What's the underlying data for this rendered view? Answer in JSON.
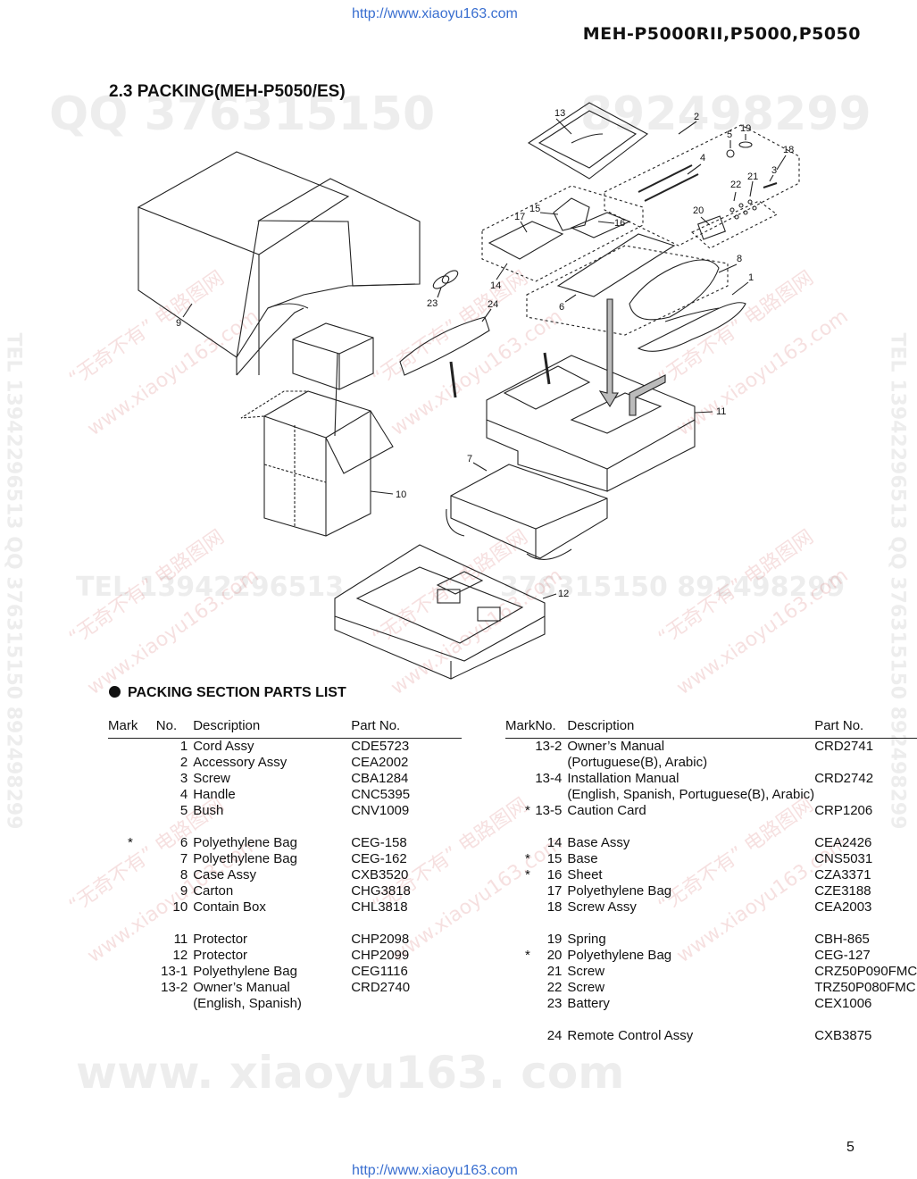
{
  "header": {
    "url_top": "http://www.xiaoyu163.com",
    "model": "MEH-P5000RII,P5000,P5050"
  },
  "section_title": "2.3 PACKING(MEH-P5050/ES)",
  "diagram": {
    "labels": [
      "13",
      "2",
      "5",
      "19",
      "18",
      "4",
      "3",
      "21",
      "22",
      "20",
      "15",
      "17",
      "16",
      "8",
      "1",
      "14",
      "6",
      "23",
      "24",
      "9",
      "11",
      "7",
      "10",
      "12"
    ]
  },
  "watermarks": {
    "qq": "QQ 376315150",
    "qq_num": "892498299",
    "tel_h": "TEL 13942296513",
    "tel_mid": "376315150  892498299",
    "bottom": "www. xiaoyu163. com",
    "side_left": "TEL 13942296513  QQ 376315150  892498299",
    "side_right": "TEL 13942296513  QQ 376315150  892498299",
    "red1": "“无奇不有” 电路图网",
    "red2": "www.xiaoyu163.com"
  },
  "parts_list": {
    "heading": "PACKING SECTION PARTS LIST",
    "columns": {
      "mark": "Mark",
      "no": "No.",
      "desc": "Description",
      "part": "Part No."
    },
    "left": [
      {
        "mark": "",
        "no": "1",
        "desc": "Cord Assy",
        "part": "CDE5723"
      },
      {
        "mark": "",
        "no": "2",
        "desc": "Accessory Assy",
        "part": "CEA2002"
      },
      {
        "mark": "",
        "no": "3",
        "desc": "Screw",
        "part": "CBA1284"
      },
      {
        "mark": "",
        "no": "4",
        "desc": "Handle",
        "part": "CNC5395"
      },
      {
        "mark": "",
        "no": "5",
        "desc": "Bush",
        "part": "CNV1009"
      },
      {
        "gap": true
      },
      {
        "mark": "*",
        "no": "6",
        "desc": "Polyethylene Bag",
        "part": "CEG-158"
      },
      {
        "mark": "",
        "no": "7",
        "desc": "Polyethylene Bag",
        "part": "CEG-162"
      },
      {
        "mark": "",
        "no": "8",
        "desc": "Case Assy",
        "part": "CXB3520"
      },
      {
        "mark": "",
        "no": "9",
        "desc": "Carton",
        "part": "CHG3818"
      },
      {
        "mark": "",
        "no": "10",
        "desc": "Contain Box",
        "part": "CHL3818"
      },
      {
        "gap": true
      },
      {
        "mark": "",
        "no": "11",
        "desc": "Protector",
        "part": "CHP2098"
      },
      {
        "mark": "",
        "no": "12",
        "desc": "Protector",
        "part": "CHP2099"
      },
      {
        "mark": "",
        "no": "13-1",
        "desc": "Polyethylene Bag",
        "part": "CEG1116"
      },
      {
        "mark": "",
        "no": "13-2",
        "desc": "Owner’s Manual",
        "part": "CRD2740"
      },
      {
        "mark": "",
        "no": "",
        "desc": "(English, Spanish)",
        "part": ""
      }
    ],
    "right": [
      {
        "mark": "",
        "no": "13-2",
        "desc": "Owner’s Manual",
        "part": "CRD2741"
      },
      {
        "mark": "",
        "no": "",
        "desc": "(Portuguese(B), Arabic)",
        "part": ""
      },
      {
        "mark": "",
        "no": "13-4",
        "desc": "Installation Manual",
        "part": "CRD2742"
      },
      {
        "mark": "",
        "no": "",
        "desc": "(English, Spanish, Portuguese(B), Arabic)",
        "part": ""
      },
      {
        "mark": "*",
        "no": "13-5",
        "desc": "Caution Card",
        "part": "CRP1206"
      },
      {
        "gap": true
      },
      {
        "mark": "",
        "no": "14",
        "desc": "Base Assy",
        "part": "CEA2426"
      },
      {
        "mark": "*",
        "no": "15",
        "desc": "Base",
        "part": "CNS5031"
      },
      {
        "mark": "*",
        "no": "16",
        "desc": "Sheet",
        "part": "CZA3371"
      },
      {
        "mark": "",
        "no": "17",
        "desc": "Polyethylene Bag",
        "part": "CZE3188"
      },
      {
        "mark": "",
        "no": "18",
        "desc": "Screw Assy",
        "part": "CEA2003"
      },
      {
        "gap": true
      },
      {
        "mark": "",
        "no": "19",
        "desc": "Spring",
        "part": "CBH-865"
      },
      {
        "mark": "*",
        "no": "20",
        "desc": "Polyethylene Bag",
        "part": "CEG-127"
      },
      {
        "mark": "",
        "no": "21",
        "desc": "Screw",
        "part": "CRZ50P090FMC"
      },
      {
        "mark": "",
        "no": "22",
        "desc": "Screw",
        "part": "TRZ50P080FMC"
      },
      {
        "mark": "",
        "no": "23",
        "desc": "Battery",
        "part": "CEX1006"
      },
      {
        "gap": true
      },
      {
        "mark": "",
        "no": "24",
        "desc": "Remote Control Assy",
        "part": "CXB3875"
      }
    ]
  },
  "footer": {
    "page_number": "5",
    "url_bottom": "http://www.xiaoyu163.com"
  }
}
